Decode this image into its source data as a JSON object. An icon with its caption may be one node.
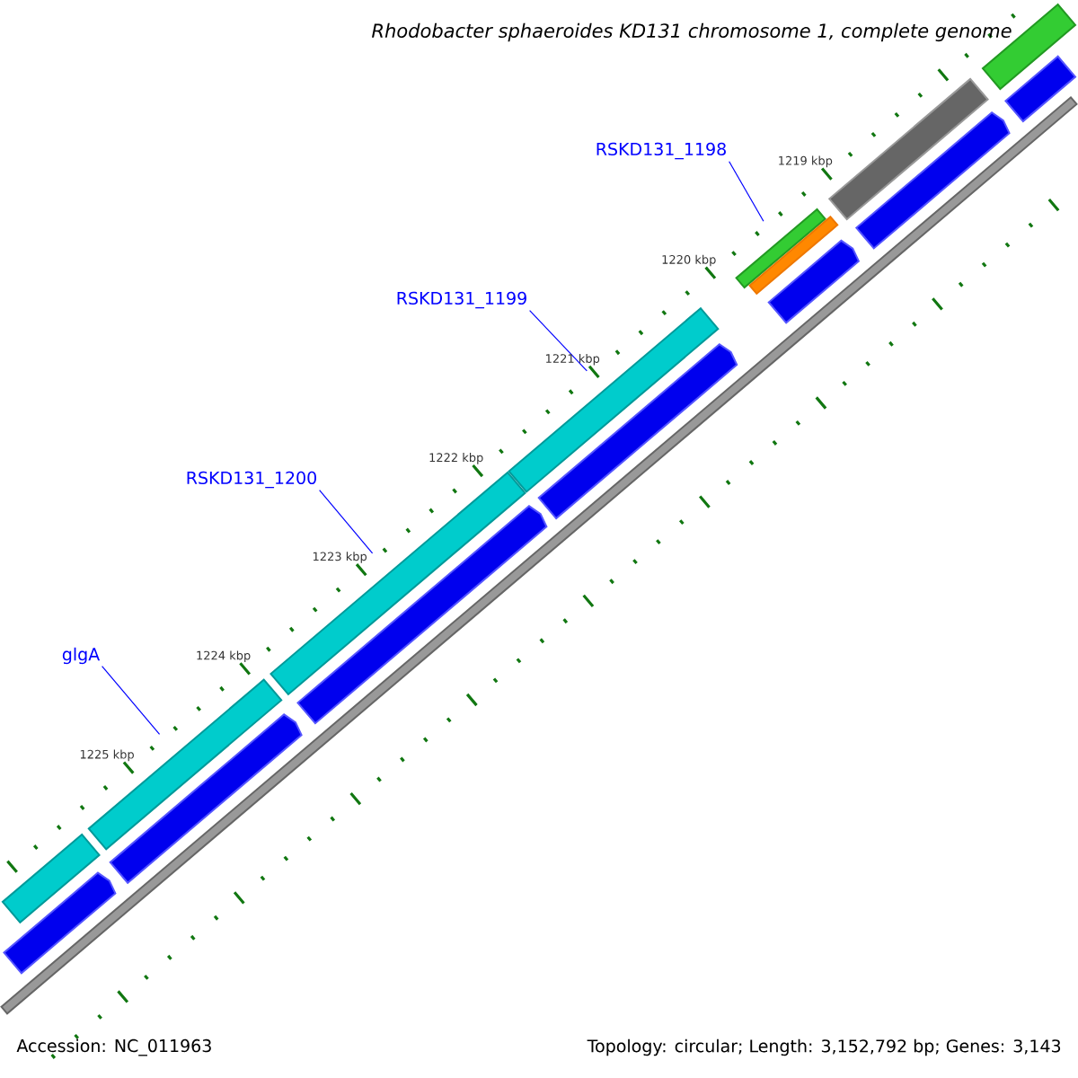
{
  "diagram": {
    "title": "Rhodobacter sphaeroides KD131 chromosome 1, complete genome",
    "nodes": [
      {
        "text": [
          "RSKD131_1198"
        ]
      },
      {
        "text": [
          "RSKD131_1199"
        ]
      },
      {
        "text": [
          "RSKD131_1200"
        ]
      },
      {
        "text": [
          "glgA"
        ]
      },
      {
        "text": [],
        "shape": "bar"
      },
      {
        "text": [],
        "shape": "bar"
      },
      {
        "text": [],
        "shape": "bar"
      },
      {
        "text": [],
        "shape": "bar"
      },
      {
        "text": [],
        "shape": "bar"
      },
      {
        "text": [],
        "shape": "bar"
      },
      {
        "text": [],
        "shape": "bar"
      },
      {
        "text": [],
        "shape": "bar"
      },
      {
        "text": [],
        "shape": "arrow"
      },
      {
        "text": [],
        "shape": "arrow"
      },
      {
        "text": [],
        "shape": "arrow"
      },
      {
        "text": [],
        "shape": "arrow"
      },
      {
        "text": [],
        "shape": "arrow"
      },
      {
        "text": [],
        "shape": "arrow"
      },
      {
        "text": [],
        "shape": "arrow"
      }
    ],
    "edges": [
      {
        "from": 0,
        "to": 8,
        "arrow": "none"
      },
      {
        "from": 1,
        "to": 7,
        "arrow": "none"
      },
      {
        "from": 2,
        "to": 6,
        "arrow": "none"
      },
      {
        "from": 3,
        "to": 5,
        "arrow": "none"
      }
    ],
    "labels": [
      "1219 kbp",
      "1220 kbp",
      "1221 kbp",
      "1222 kbp",
      "1223 kbp",
      "1224 kbp",
      "1225 kbp",
      "Accession: NC_011963",
      "Topology: circular; Length: 3,152,792 bp; Genes: 3,143"
    ]
  }
}
